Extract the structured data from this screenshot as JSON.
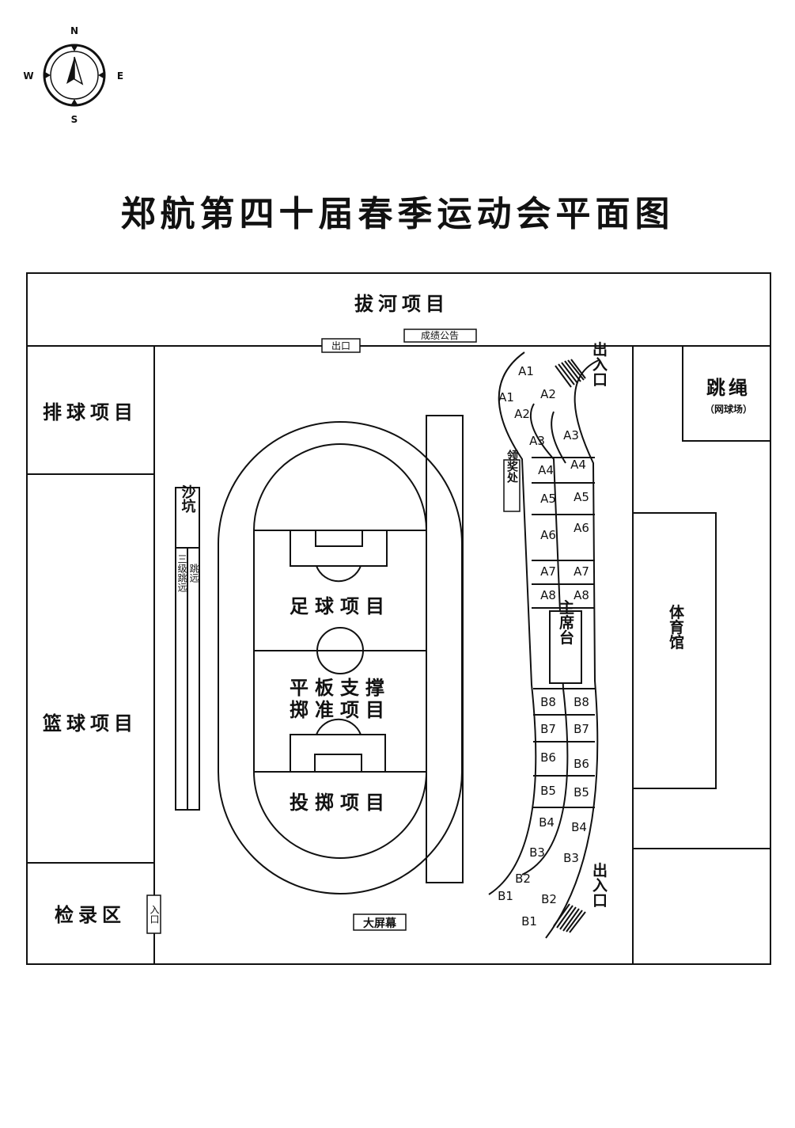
{
  "title": "郑航第四十届春季运动会平面图",
  "compass": {
    "n": "N",
    "s": "S",
    "e": "E",
    "w": "W"
  },
  "areas": {
    "tug_of_war": "拔河项目",
    "exit_top": "出口",
    "results_board": "成绩公告",
    "volleyball": "排球项目",
    "basketball": "篮球项目",
    "checkin": "检录区",
    "entrance_small": "入口",
    "sandpit": "沙坑",
    "long_jump": "跳远",
    "triple_jump": "三级跳远",
    "football": "足球项目",
    "plank_line1": "平板支撑",
    "plank_line2": "掷准项目",
    "throwing": "投掷项目",
    "big_screen": "大屏幕",
    "award_office": "领奖处",
    "main_stand": "主席台",
    "gym": "体育馆",
    "rope": "跳绳",
    "tennis": "（网球场）",
    "entry_exit_top": "出入口",
    "entry_exit_bottom": "出入口"
  },
  "seats": {
    "A1": "A1",
    "A2": "A2",
    "A3": "A3",
    "A4": "A4",
    "A5": "A5",
    "A6": "A6",
    "A7": "A7",
    "A8": "A8",
    "B1": "B1",
    "B2": "B2",
    "B3": "B3",
    "B4": "B4",
    "B5": "B5",
    "B6": "B6",
    "B7": "B7",
    "B8": "B8"
  }
}
